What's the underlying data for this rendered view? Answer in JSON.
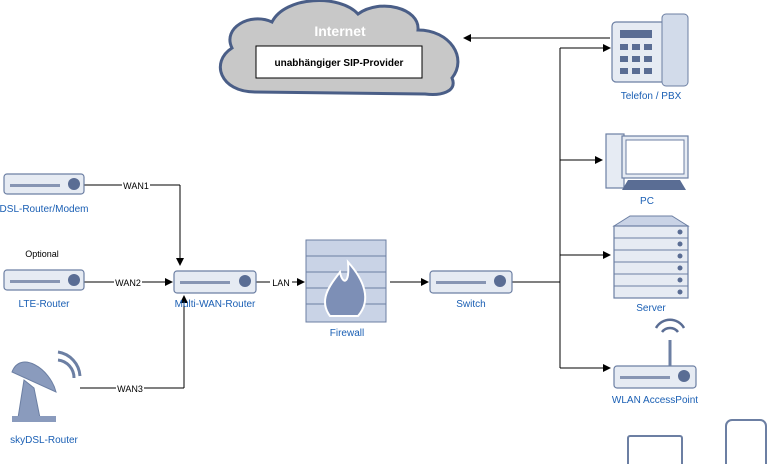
{
  "cloud": {
    "title": "Internet",
    "provider": "unabhängiger SIP-Provider"
  },
  "devices": {
    "dsl": "DSL-Router/Modem",
    "optional": "Optional",
    "lte": "LTE-Router",
    "sky": "skyDSL-Router",
    "mwr": "Multi-WAN-Router",
    "firewall": "Firewall",
    "switch": "Switch",
    "phone": "Telefon / PBX",
    "pc": "PC",
    "server": "Server",
    "wlan": "WLAN AccessPoint"
  },
  "links": {
    "wan1": "WAN1",
    "wan2": "WAN2",
    "wan3": "WAN3",
    "lan": "LAN"
  },
  "colors": {
    "label": "#1a5fb4",
    "device": "#e6ebf3",
    "cloud": "#c8c8c8"
  }
}
